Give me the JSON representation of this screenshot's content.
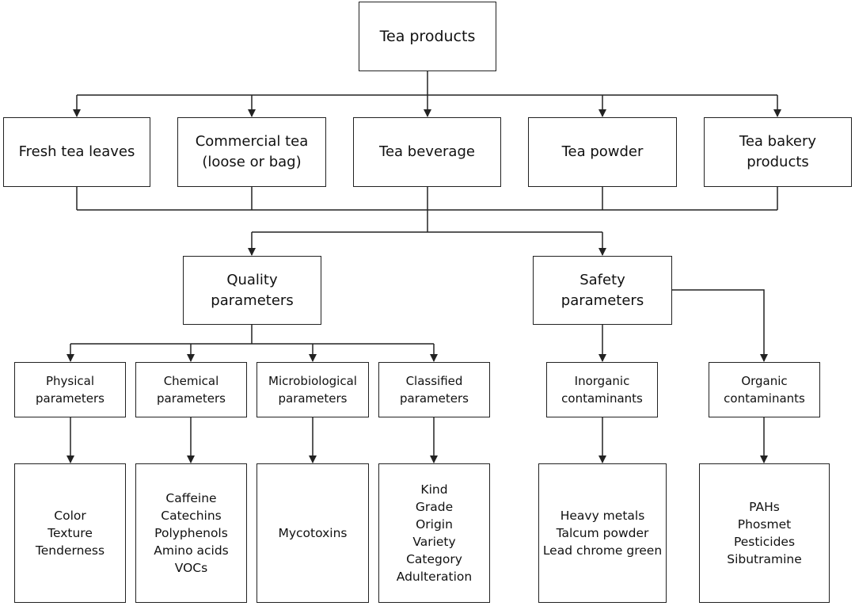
{
  "root": {
    "label": "Tea products"
  },
  "products": [
    {
      "id": "fresh",
      "lines": [
        "Fresh tea leaves"
      ]
    },
    {
      "id": "commercial",
      "lines": [
        "Commercial tea",
        "(loose or bag)"
      ]
    },
    {
      "id": "beverage",
      "lines": [
        "Tea beverage"
      ]
    },
    {
      "id": "powder",
      "lines": [
        "Tea powder"
      ]
    },
    {
      "id": "bakery",
      "lines": [
        "Tea bakery",
        "products"
      ]
    }
  ],
  "groups": [
    {
      "id": "quality",
      "lines": [
        "Quality",
        "parameters"
      ]
    },
    {
      "id": "safety",
      "lines": [
        "Safety",
        "parameters"
      ]
    }
  ],
  "categories": [
    {
      "id": "physical",
      "lines": [
        "Physical",
        "parameters"
      ]
    },
    {
      "id": "chemical",
      "lines": [
        "Chemical",
        "parameters"
      ]
    },
    {
      "id": "microbiological",
      "lines": [
        "Microbiological",
        "parameters"
      ]
    },
    {
      "id": "classified",
      "lines": [
        "Classified",
        "parameters"
      ]
    },
    {
      "id": "inorganic",
      "lines": [
        "Inorganic",
        "contaminants"
      ]
    },
    {
      "id": "organic",
      "lines": [
        "Organic",
        "contaminants"
      ]
    }
  ],
  "details": [
    {
      "id": "physical",
      "items": [
        "Color",
        "Texture",
        "Tenderness"
      ]
    },
    {
      "id": "chemical",
      "items": [
        "Caffeine",
        "Catechins",
        "Polyphenols",
        "Amino acids",
        "VOCs"
      ]
    },
    {
      "id": "microbiological",
      "items": [
        "Mycotoxins"
      ]
    },
    {
      "id": "classified",
      "items": [
        "Kind",
        "Grade",
        "Origin",
        "Variety",
        "Category",
        "Adulteration"
      ]
    },
    {
      "id": "inorganic",
      "items": [
        "Heavy metals",
        "Talcum powder",
        "Lead chrome green"
      ]
    },
    {
      "id": "organic",
      "items": [
        "PAHs",
        "Phosmet",
        "Pesticides",
        "Sibutramine"
      ]
    }
  ]
}
